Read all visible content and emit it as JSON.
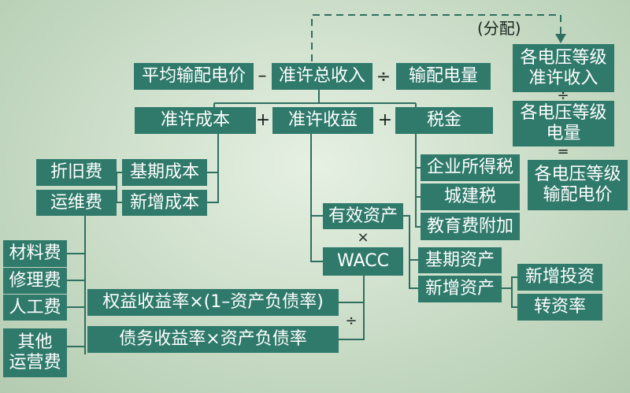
{
  "top": {
    "avg_price": "平均输配电价",
    "minus": "–",
    "total_revenue": "准许总收入",
    "divide": "÷",
    "volume": "输配电量"
  },
  "second": {
    "cost": "准许成本",
    "plus1": "+",
    "return": "准许收益",
    "plus2": "+",
    "tax": "税金"
  },
  "cost_tree": {
    "depreciation": "折旧费",
    "om": "运维费",
    "base_cost": "基期成本",
    "new_cost": "新增成本",
    "materials": "材料费",
    "repair": "修理费",
    "labor": "人工费",
    "other_line1": "其他",
    "other_line2": "运营费"
  },
  "return_tree": {
    "effective_assets": "有效资产",
    "times": "×",
    "wacc": "WACC",
    "base_assets": "基期资产",
    "new_assets": "新增资产",
    "new_investment": "新增投资",
    "transfer_rate": "转资率",
    "equity_term": "权益收益率×(1–资产负债率)",
    "debt_term": "债务收益率×资产负债率",
    "wacc_divide": "÷"
  },
  "tax_tree": {
    "income_tax": "企业所得税",
    "urban_tax": "城建税",
    "edu_surcharge": "教育费附加"
  },
  "allocation": {
    "label": "(分配)",
    "voltage_revenue_line1": "各电压等级",
    "voltage_revenue_line2": "准许收入",
    "divide": "÷",
    "voltage_volume_line1": "各电压等级",
    "voltage_volume_line2": "电量",
    "equals": "=",
    "voltage_price_line1": "各电压等级",
    "voltage_price_line2": "输配电价"
  },
  "colors": {
    "box_fill": "#2f7a6b",
    "box_text": "#ffffff",
    "line": "#2f6f60",
    "background": "#d2e3cf"
  }
}
